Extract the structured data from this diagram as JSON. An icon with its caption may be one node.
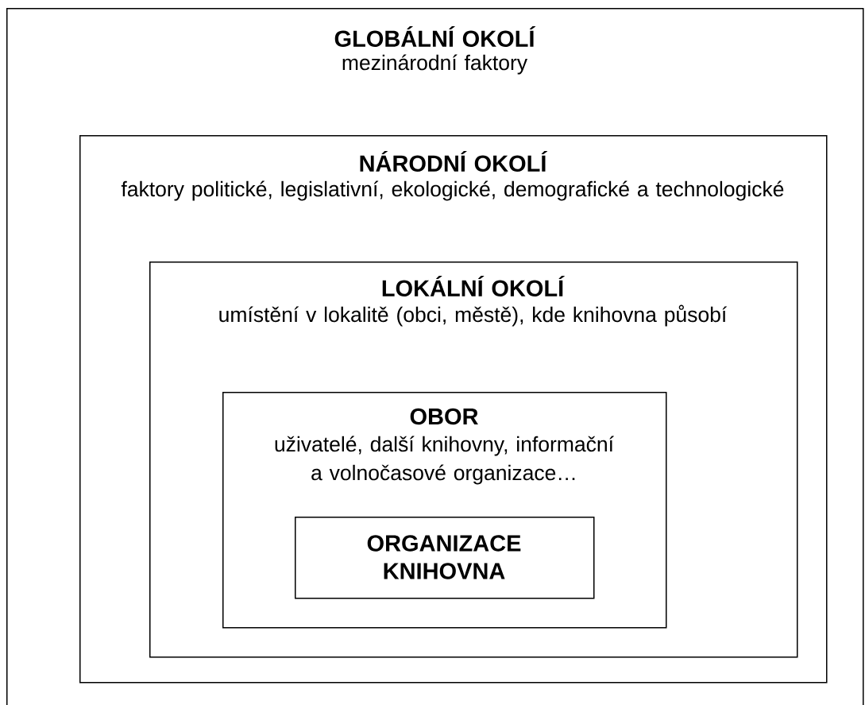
{
  "diagram": {
    "nodes": [
      {
        "text": [
          "GLOBÁLNÍ OKOLÍ",
          "mezinárodní faktory"
        ]
      },
      {
        "text": [
          "NÁRODNÍ OKOLÍ",
          "faktory politické, legislativní, ekologické, demografické a technologické"
        ],
        "in": 0
      },
      {
        "text": [
          "LOKÁLNÍ OKOLÍ",
          "umístění v lokalitě (obci, městě), kde knihovna působí"
        ],
        "in": 1
      },
      {
        "text": [
          "OBOR",
          "uživatelé, další knihovny, informační a volnočasové organizace…"
        ],
        "in": 2
      },
      {
        "text": [
          "ORGANIZACE KNIHOVNA"
        ],
        "in": 3
      }
    ]
  }
}
